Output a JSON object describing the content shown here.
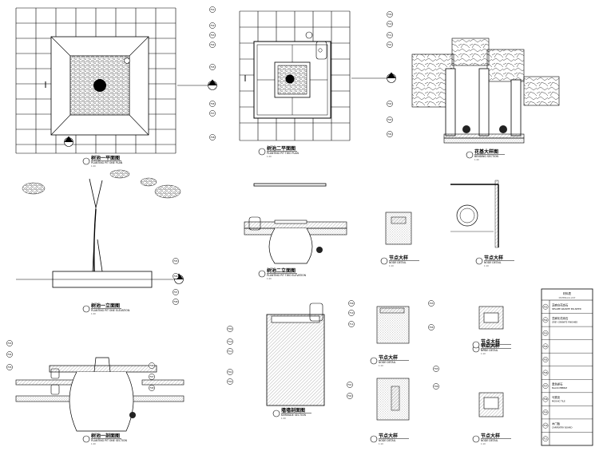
{
  "drawing_titles": [
    {
      "cn": "树池一平面图",
      "en": "PLANTING PIT ONE PLAN",
      "scale": "1:20"
    },
    {
      "cn": "树池二平面图",
      "en": "PLANTING PIT TWO PLAN",
      "scale": "1:20"
    },
    {
      "cn": "花基大样图",
      "en": "BENDING SECTION",
      "scale": "1:20"
    },
    {
      "cn": "树池一立面图",
      "en": "PLANTING PIT ONE ELEVATION",
      "scale": "1:20"
    },
    {
      "cn": "树池二立面图",
      "en": "PLANTING PIT TWO ELEVATION",
      "scale": "1:20"
    },
    {
      "cn": "节点大样",
      "en": "NODE DETAIL",
      "scale": "1:10"
    },
    {
      "cn": "节点大样",
      "en": "NODE DETAIL",
      "scale": "1:10"
    },
    {
      "cn": "树池一剖面图",
      "en": "PLANTING PIT ONE SECTION",
      "scale": "1:20"
    },
    {
      "cn": "墙墙剖面图",
      "en": "KERBSIDE SECTION",
      "scale": "1:20"
    },
    {
      "cn": "节点大样",
      "en": "NODE DETAIL",
      "scale": "1:10"
    },
    {
      "cn": "节点大样",
      "en": "NODE DETAIL",
      "scale": "1:10"
    },
    {
      "cn": "节点大样",
      "en": "NODE DETAIL",
      "scale": "1:10"
    },
    {
      "cn": "节点大样",
      "en": "NODE DETAIL",
      "scale": "1:10"
    },
    {
      "cn": "节点大样",
      "en": "NODE DETAIL",
      "scale": "1:10"
    }
  ],
  "material_table": {
    "title_cn": "材料表",
    "title_en": "MATERIALS LIST",
    "rows": [
      {
        "code": "F01",
        "cn": "芝麻白花岗石",
        "en": "SESAME GRANITE POLISHED"
      },
      {
        "code": "F02",
        "cn": "芝麻灰花岗石",
        "en": "GREY GRANITE FINISHED"
      },
      {
        "code": "F03",
        "cn": "",
        "en": ""
      },
      {
        "code": "F04",
        "cn": "",
        "en": ""
      },
      {
        "code": "F05",
        "cn": "",
        "en": ""
      },
      {
        "code": "F06",
        "cn": "",
        "en": ""
      },
      {
        "code": "F07",
        "cn": "黑色卵石",
        "en": "BLACK PEBBLE"
      },
      {
        "code": "F08",
        "cn": "马赛克",
        "en": "MOSAIC TILE"
      },
      {
        "code": "F09",
        "cn": "",
        "en": ""
      },
      {
        "code": "F10",
        "cn": "木门板",
        "en": "CARPENTRY BOARD"
      },
      {
        "code": "F11",
        "cn": "",
        "en": ""
      }
    ]
  },
  "colors": {
    "line": "#000000",
    "hatch": "#333333",
    "paper": "#ffffff"
  }
}
